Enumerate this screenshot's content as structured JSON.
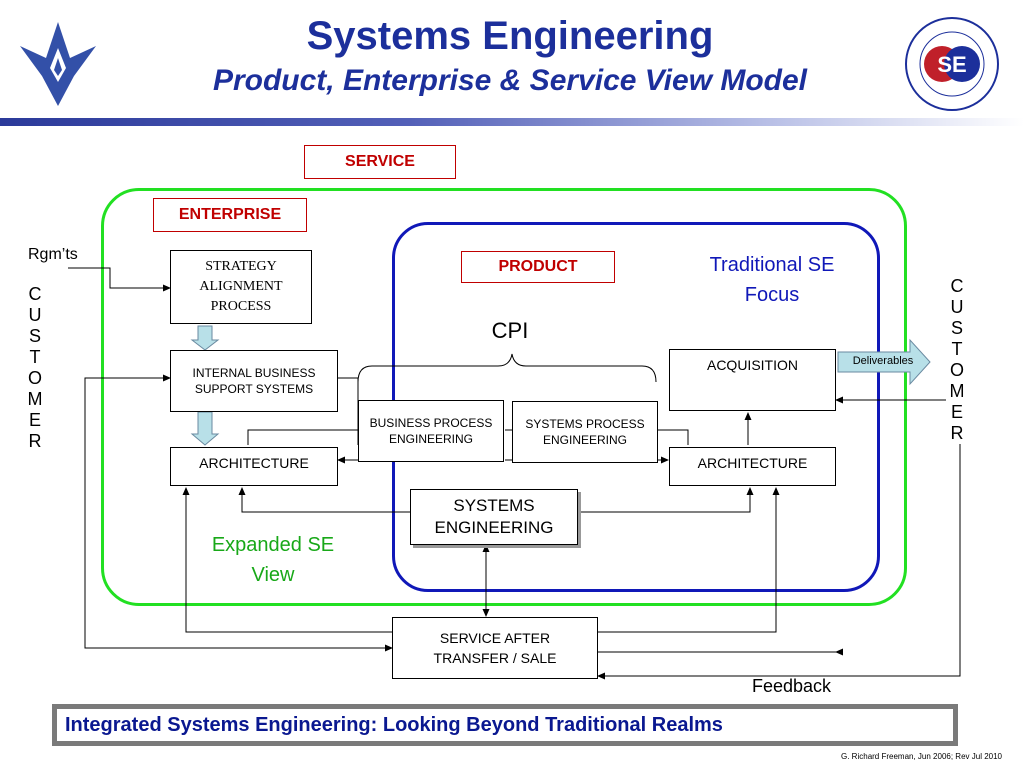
{
  "header": {
    "title": "Systems Engineering",
    "subtitle": "Product, Enterprise & Service View Model",
    "right_logo_text": "SE"
  },
  "labels": {
    "service": "SERVICE",
    "enterprise": "ENTERPRISE",
    "product": "PRODUCT",
    "rgmts": "Rgm’ts",
    "cpi": "CPI",
    "traditional": "Traditional SE Focus",
    "expanded": "Expanded SE View",
    "deliverables": "Deliverables",
    "feedback": "Feedback",
    "customer_letters": [
      "C",
      "U",
      "S",
      "T",
      "O",
      "M",
      "E",
      "R"
    ]
  },
  "boxes": {
    "strategy": "STRATEGY ALIGNMENT PROCESS",
    "internal": "INTERNAL BUSINESS SUPPORT SYSTEMS",
    "arch_left": "ARCHITECTURE",
    "bpe": "BUSINESS PROCESS ENGINEERING",
    "spe": "SYSTEMS PROCESS ENGINEERING",
    "acquisition": "ACQUISITION",
    "arch_right": "ARCHITECTURE",
    "se": "SYSTEMS ENGINEERING",
    "service_after": "SERVICE AFTER TRANSFER / SALE"
  },
  "footer": {
    "banner": "Integrated Systems Engineering: Looking Beyond Traditional Realms",
    "credit": "G. Richard Freeman,  Jun 2006; Rev Jul 2010"
  },
  "colors": {
    "title_blue": "#1c2f9b",
    "red": "#c00000",
    "green": "#22e022",
    "blue_ring": "#1018b8",
    "banner_gray": "#7a7a7a"
  }
}
